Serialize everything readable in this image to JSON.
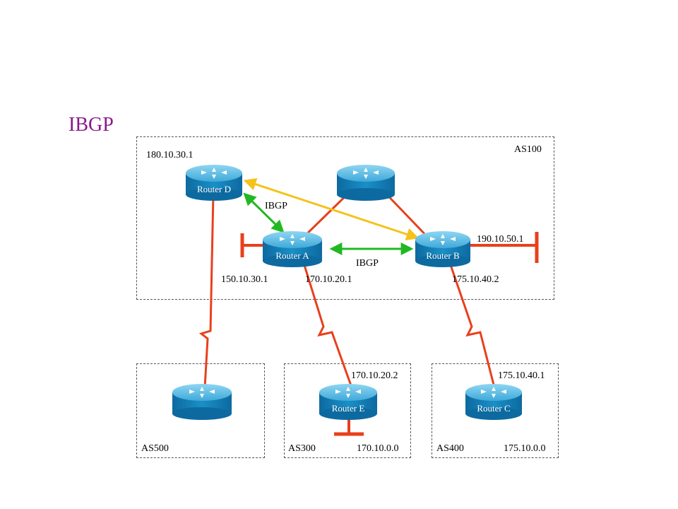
{
  "title": "IBGP",
  "as_labels": {
    "as100": "AS100",
    "as500": "AS500",
    "as300": "AS300",
    "as400": "AS400"
  },
  "routers": {
    "d": "Router D",
    "a": "Router A",
    "b": "Router B",
    "e": "Router E",
    "c": "Router C",
    "top": "",
    "as500": ""
  },
  "addresses": {
    "d": "180.10.30.1",
    "a_left": "150.10.30.1",
    "a_right": "170.10.20.1",
    "b_up": "190.10.50.1",
    "b_down": "175.10.40.2",
    "e_up": "170.10.20.2",
    "c_up": "175.10.40.1",
    "net_as300": "170.10.0.0",
    "net_as400": "175.10.0.0"
  },
  "links": {
    "ibgp_da": "IBGP",
    "ibgp_ab": "IBGP"
  },
  "colors": {
    "title": "#8a1a8a",
    "serial_link": "#e8401c",
    "ibgp_green": "#22b822",
    "ibgp_yellow": "#f5c21b",
    "router_body": "#1a8fc7",
    "router_top": "#5fc0e8"
  }
}
